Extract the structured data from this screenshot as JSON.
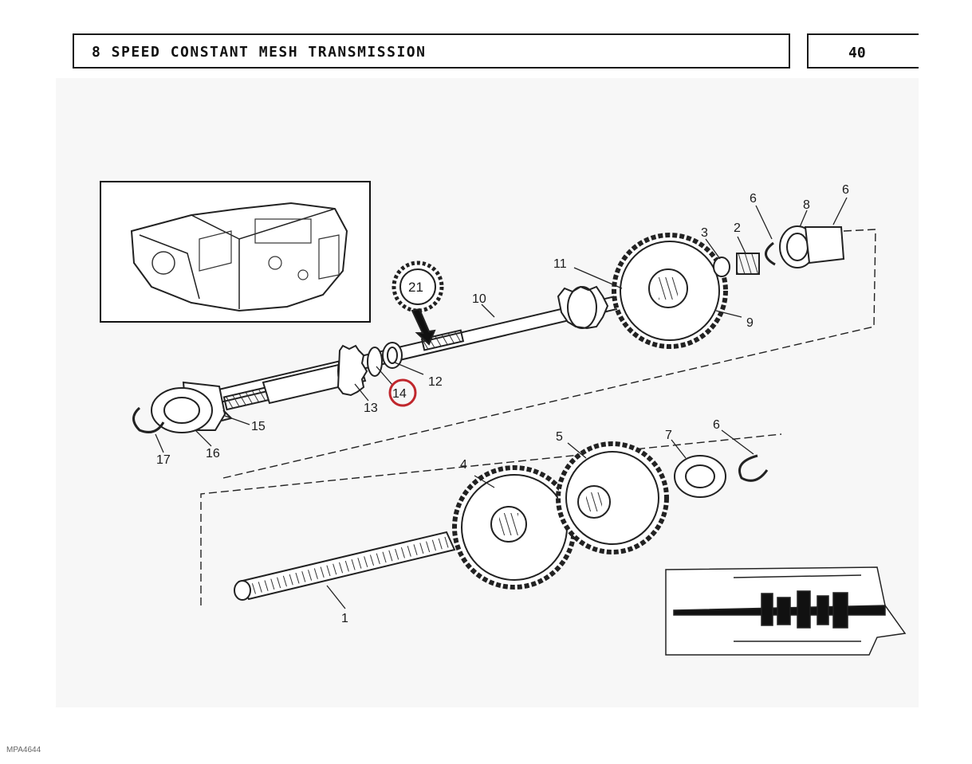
{
  "header": {
    "title": "8 SPEED CONSTANT MESH TRANSMISSION",
    "page": "40"
  },
  "diagram": {
    "callouts": {
      "c1": "1",
      "c2": "2",
      "c3": "3",
      "c4": "4",
      "c5": "5",
      "c6a": "6",
      "c6b": "6",
      "c6c": "6",
      "c7": "7",
      "c8": "8",
      "c9": "9",
      "c10": "10",
      "c11": "11",
      "c12": "12",
      "c13": "13",
      "c14": "14",
      "c15": "15",
      "c16": "16",
      "c17": "17",
      "c21": "21"
    },
    "highlighted_callout": "14",
    "highlight_color": "#c0272d"
  },
  "footer": {
    "reference_code": "MPA4644"
  }
}
